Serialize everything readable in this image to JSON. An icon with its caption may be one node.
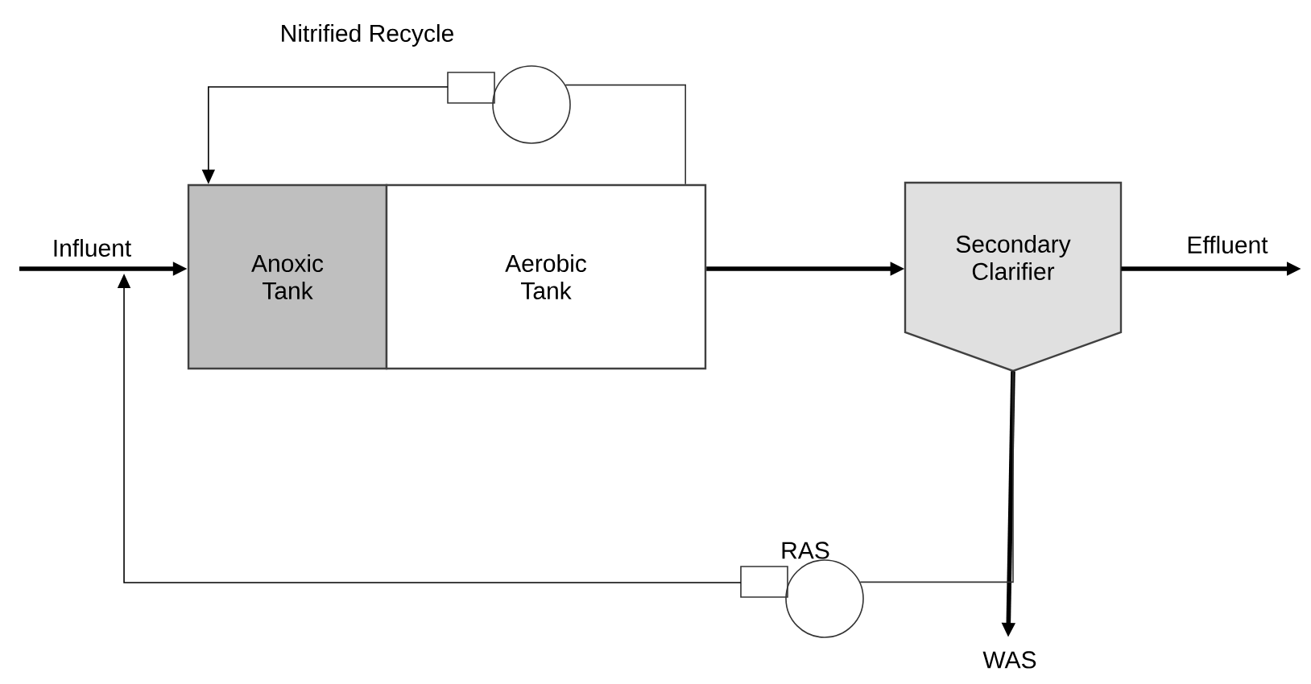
{
  "diagram": {
    "nodes": [
      {
        "text": [
          "Anoxic Tank"
        ]
      },
      {
        "text": [
          "Aerobic Tank"
        ]
      },
      {
        "text": [
          "Secondary Clarifier"
        ]
      },
      {
        "text": [],
        "shape": "pump",
        "beside": [
          "Nitrified Recycle"
        ]
      },
      {
        "text": [],
        "shape": "pump",
        "beside": [
          "RAS"
        ]
      }
    ],
    "edges": [
      {
        "from": null,
        "to": 0,
        "arrow": "to",
        "label": "Influent",
        "style": "thick"
      },
      {
        "from": 1,
        "to": 2,
        "arrow": "to",
        "style": "thick"
      },
      {
        "from": 2,
        "to": null,
        "arrow": "to",
        "label": "Effluent",
        "style": "thick"
      },
      {
        "from": 1,
        "to": 3,
        "arrow": "none"
      },
      {
        "from": 3,
        "to": 0,
        "arrow": "to"
      },
      {
        "from": 2,
        "to": null,
        "arrow": "to",
        "label": "WAS",
        "style": "thick"
      },
      {
        "from": 2,
        "to": 4,
        "arrow": "none"
      },
      {
        "from": 4,
        "to": null,
        "arrow": "to"
      }
    ]
  }
}
